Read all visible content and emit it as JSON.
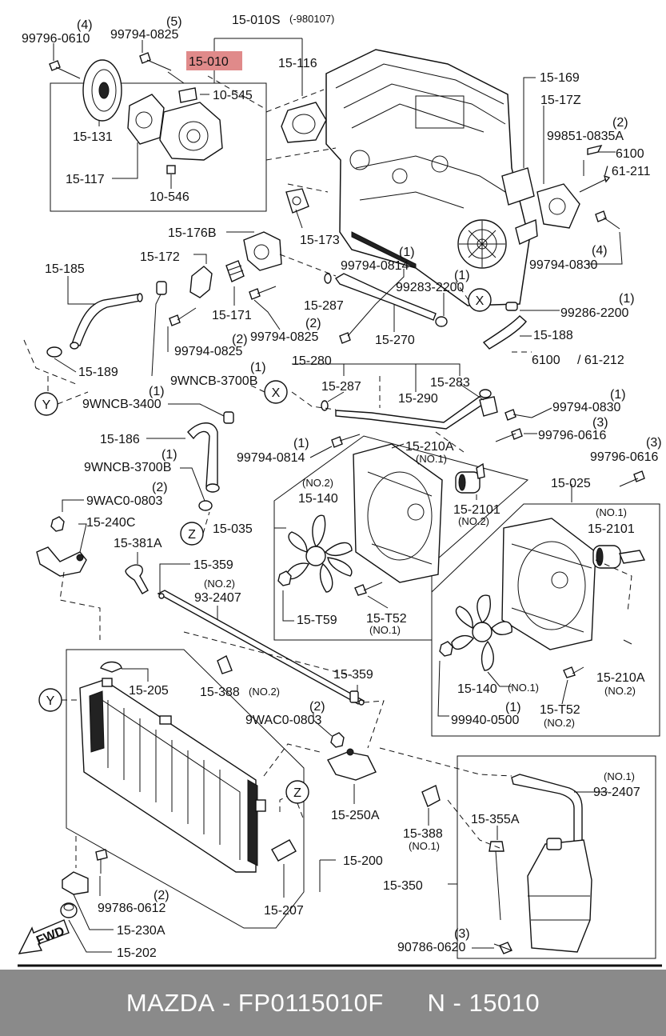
{
  "diagram": {
    "labels": {
      "l_99796_0610": "99796-0610",
      "q_99796_0610": "(4)",
      "l_99794_0825_top": "99794-0825",
      "q_99794_0825_top": "(5)",
      "l_15_010S": "15-010S",
      "l_980107": "(-980107)",
      "l_15_010": "15-010",
      "l_15_116": "15-116",
      "l_10_545": "10-545",
      "l_15_131": "15-131",
      "l_15_117": "15-117",
      "l_10_546": "10-546",
      "l_15_169": "15-169",
      "l_15_17Z": "15-17Z",
      "l_99851_0835A": "99851-0835A",
      "q_99851_0835A": "(2)",
      "l_6100_a": "6100",
      "l_61_211": "/ 61-211",
      "l_15_173": "15-173",
      "l_15_176B": "15-176B",
      "l_15_172": "15-172",
      "l_15_185": "15-185",
      "l_15_171": "15-171",
      "l_99794_0814_a": "99794-0814",
      "q_99794_0814_a": "(1)",
      "l_15_287_a": "15-287",
      "l_99283_2200": "99283-2200",
      "q_99283_2200": "(1)",
      "l_99794_0830_a": "99794-0830",
      "q_99794_0830_a": "(4)",
      "l_99286_2200": "99286-2200",
      "q_99286_2200": "(1)",
      "l_15_188": "15-188",
      "l_99794_0825_b": "99794-0825",
      "q_99794_0825_b": "(2)",
      "l_99794_0825_c": "99794-0825",
      "q_99794_0825_c": "(2)",
      "l_15_270": "15-270",
      "l_15_280": "15-280",
      "l_15_189": "15-189",
      "l_9WNCB_3700B_a": "9WNCB-3700B",
      "q_9WNCB_3700B_a": "(1)",
      "l_6100_b": "6100",
      "l_61_212": "/ 61-212",
      "l_15_287_b": "15-287",
      "l_15_283": "15-283",
      "l_15_290": "15-290",
      "l_9WNCB_3400": "9WNCB-3400",
      "q_9WNCB_3400": "(1)",
      "l_99794_0830_b": "99794-0830",
      "q_99794_0830_b": "(1)",
      "l_99796_0616_a": "99796-0616",
      "q_99796_0616_a": "(3)",
      "l_15_186": "15-186",
      "l_99794_0814_b": "99794-0814",
      "q_99794_0814_b": "(1)",
      "l_15_210A_a": "15-210A",
      "l_no1_a": "(NO.1)",
      "l_99796_0616_b": "99796-0616",
      "q_99796_0616_b": "(3)",
      "l_9WNCB_3700B_b": "9WNCB-3700B",
      "q_9WNCB_3700B_b": "(1)",
      "l_no2_a": "(NO.2)",
      "l_15_140_a": "15-140",
      "l_15_2101_a": "15-2101",
      "l_no2_b": "(NO.2)",
      "l_15_025": "15-025",
      "l_9WAC0_0803_a": "9WAC0-0803",
      "q_9WAC0_0803_a": "(2)",
      "l_15_240C": "15-240C",
      "l_15_035": "15-035",
      "l_no1_b": "(NO.1)",
      "l_15_2101_b": "15-2101",
      "l_15_381A": "15-381A",
      "l_15_359_a": "15-359",
      "l_no2_c": "(NO.2)",
      "l_93_2407_a": "93-2407",
      "l_15_T59": "15-T59",
      "l_15_T52_a": "15-T52",
      "l_no1_c": "(NO.1)",
      "l_15_205": "15-205",
      "l_15_388_a": "15-388",
      "l_no2_d": "(NO.2)",
      "l_15_359_b": "15-359",
      "l_15_140_b": "15-140",
      "l_no1_d": "(NO.1)",
      "l_15_210A_b": "15-210A",
      "l_no2_e": "(NO.2)",
      "l_15_T52_b": "15-T52",
      "l_no2_f": "(NO.2)",
      "l_99940_0500": "99940-0500",
      "q_99940_0500": "(1)",
      "l_9WAC0_0803_b": "9WAC0-0803",
      "q_9WAC0_0803_b": "(2)",
      "l_no1_e": "(NO.1)",
      "l_93_2407_b": "93-2407",
      "l_15_250A": "15-250A",
      "l_15_388_b": "15-388",
      "l_no1_f": "(NO.1)",
      "l_15_355A": "15-355A",
      "l_15_200": "15-200",
      "l_15_350": "15-350",
      "l_99786_0612": "99786-0612",
      "q_99786_0612": "(2)",
      "l_15_207": "15-207",
      "l_15_230A": "15-230A",
      "l_90786_0620": "90786-0620",
      "q_90786_0620": "(3)",
      "l_15_202": "15-202",
      "l_fwd": "FWD",
      "c_X_a": "X",
      "c_X_b": "X",
      "c_Y_a": "Y",
      "c_Y_b": "Y",
      "c_Z_a": "Z",
      "c_Z_b": "Z"
    },
    "highlight_color": "#e08a8a"
  },
  "footer": {
    "brand": "MAZDA",
    "part_number": "FP0115010F",
    "catalog_code": "N - 15010"
  }
}
